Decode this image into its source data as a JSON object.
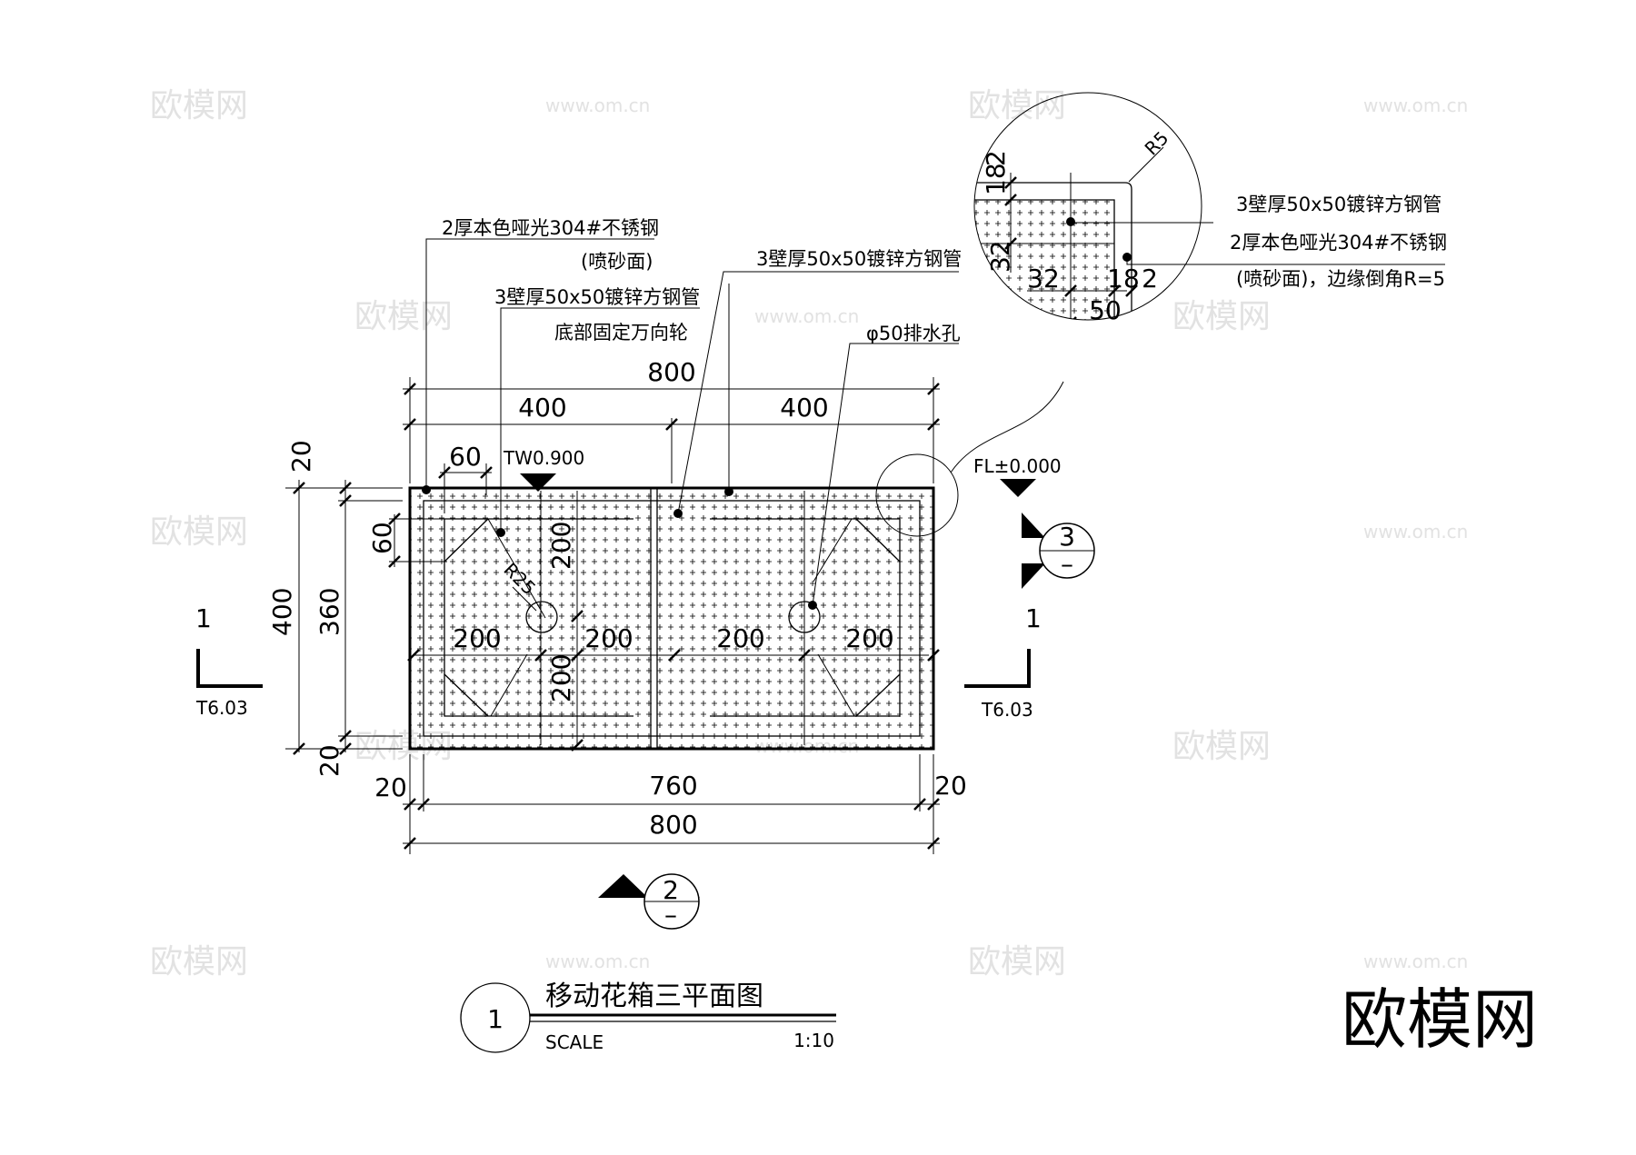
{
  "notes": {
    "left_top_1": "2厚本色哑光304#不锈钢",
    "left_top_2": "(喷砂面)",
    "left_top_3": "3壁厚50x50镀锌方钢管",
    "left_top_4": "底部固定万向轮",
    "middle_pipe": "3壁厚50x50镀锌方钢管",
    "drain_hole": "φ50排水孔",
    "detail_right_1": "3壁厚50x50镀锌方钢管",
    "detail_right_2": "2厚本色哑光304#不锈钢",
    "detail_right_3": "(喷砂面)，边缘倒角R=5"
  },
  "dimensions": {
    "top_total": "800",
    "top_half_left": "400",
    "top_half_right": "400",
    "inset_60_top": "60",
    "tw_label": "TW0.900",
    "fl_label": "FL±0.000",
    "left_20_top": "20",
    "left_60": "60",
    "left_400": "400",
    "left_360": "360",
    "left_20_bottom": "20",
    "inner_200_top": "200",
    "inner_200_bottom": "200",
    "r25": "R25",
    "h200_1": "200",
    "h200_2": "200",
    "h200_3": "200",
    "h200_4": "200",
    "bottom_20_left": "20",
    "bottom_760": "760",
    "bottom_20_right": "20",
    "bottom_800": "800"
  },
  "detail": {
    "r5": "R5",
    "d18_2_top": "18",
    "d2_top": "2",
    "d32_left": "32",
    "d32_inner": "32",
    "d18_right": "18",
    "d2_right": "2",
    "d50": "50"
  },
  "section_markers": {
    "left_number": "1",
    "left_ref": "T6.03",
    "right_number": "1",
    "right_ref": "T6.03",
    "view2_number": "2",
    "view2_dash": "–",
    "view3_number": "3",
    "view3_dash": "–"
  },
  "title_block": {
    "number": "1",
    "title": "移动花箱三平面图",
    "scale_label": "SCALE",
    "scale_value": "1:10"
  },
  "watermark": {
    "brand": "欧模网",
    "url": "www.om.cn"
  }
}
